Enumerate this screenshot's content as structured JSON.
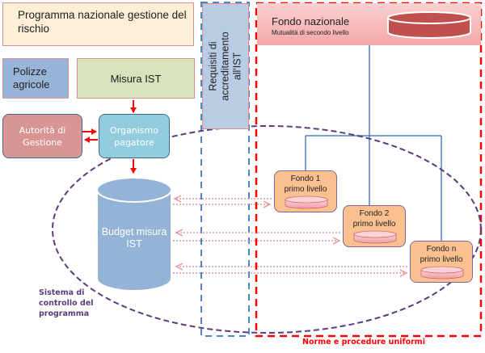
{
  "diagram": {
    "programma": {
      "label": "Programma nazionale gestione del rischio"
    },
    "polizze": {
      "label_line1": "Polizze",
      "label_line2": "agricole"
    },
    "misura": {
      "label": "Misura IST"
    },
    "autorita": {
      "label_line1": "Autorità di",
      "label_line2": "Gestione"
    },
    "organismo": {
      "label_line1": "Organismo",
      "label_line2": "pagatore"
    },
    "requisiti": {
      "label_line1": "Requisiti di accreditamento",
      "label_line2": "all'IST"
    },
    "fondo_nazionale": {
      "title": "Fondo nazionale",
      "subtitle": "Mutualità di secondo livello"
    },
    "fondi_primo_livello": [
      {
        "line1": "Fondo 1",
        "line2": "primo livello"
      },
      {
        "line1": "Fondo 2",
        "line2": "primo livello"
      },
      {
        "line1": "Fondo n",
        "line2": "primo livello"
      }
    ],
    "budget": {
      "label_line1": "Budget misura",
      "label_line2": "IST"
    },
    "sistema": {
      "line1": "Sistema di",
      "line2": "controllo del",
      "line3": "programma"
    },
    "norme": {
      "label": "Norme e procedure uniformi"
    }
  },
  "colors": {
    "red_dashed": "#ff0000",
    "blue_dashed": "#4a86d0",
    "purple_dashed": "#5b3b7a",
    "arrow_red": "#ff0000",
    "link_dotted": "#e39a9a",
    "tree_line": "#4f81bd"
  }
}
